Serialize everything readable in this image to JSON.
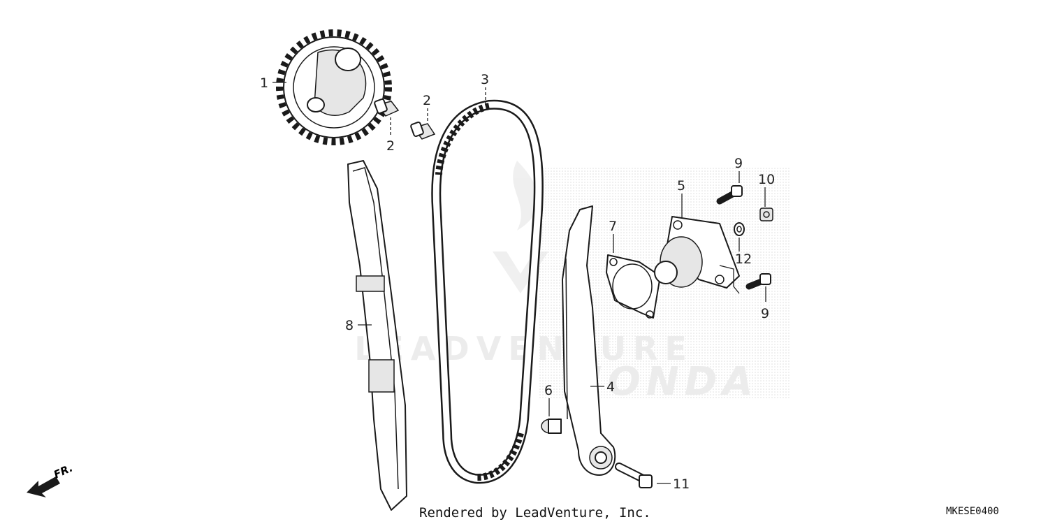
{
  "diagram": {
    "callouts": {
      "c1": "1",
      "c2a": "2",
      "c2b": "2",
      "c3": "3",
      "c4": "4",
      "c5": "5",
      "c6": "6",
      "c7": "7",
      "c8": "8",
      "c9a": "9",
      "c9b": "9",
      "c10": "10",
      "c11": "11",
      "c12": "12"
    },
    "front_indicator": "FR.",
    "footer_credit": "Rendered by LeadVenture, Inc.",
    "diagram_code": "MKESE0400",
    "watermark": {
      "brand": "LEADVENTURE",
      "make": "HONDA"
    }
  }
}
